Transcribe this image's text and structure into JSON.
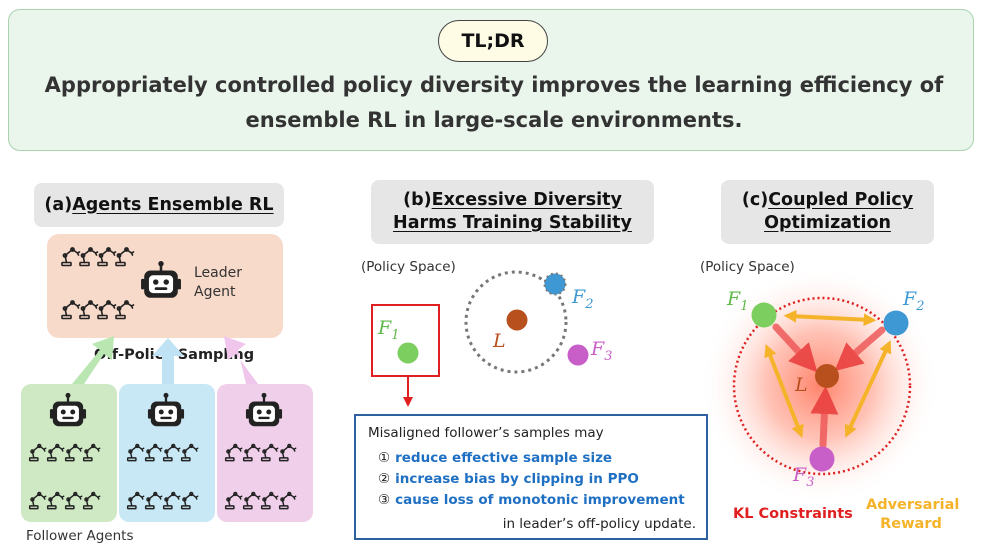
{
  "tldr": {
    "badge": "TL;DR",
    "line1": "Appropriately controlled policy diversity improves the learning efficiency of",
    "line2": "ensemble RL in large-scale environments."
  },
  "panel_a": {
    "prefix": "(a)",
    "title": "Agents Ensemble RL",
    "leader_label_1": "Leader",
    "leader_label_2": "Agent",
    "sampling_label": "Off-Policy Sampling",
    "followers_label": "Follower Agents"
  },
  "panel_b": {
    "prefix": "(b)",
    "title_1": "Excessive Diversity",
    "title_2": "Harms Training Stability",
    "space_label": "(Policy Space)",
    "issues_intro": "Misaligned follower’s samples may",
    "issues": [
      {
        "num": "①",
        "text": "reduce effective sample size"
      },
      {
        "num": "②",
        "text": "increase bias by clipping in PPO"
      },
      {
        "num": "③",
        "text": "cause loss of monotonic improvement"
      }
    ],
    "issues_outro": "in leader’s off-policy update."
  },
  "panel_c": {
    "prefix": "(c)",
    "title_1": "Coupled Policy",
    "title_2": "Optimization",
    "space_label": "(Policy Space)",
    "kl_label": "KL Constraints",
    "adv_label_1": "Adversarial",
    "adv_label_2": "Reward"
  },
  "nodes": {
    "leader": "L",
    "f1": "F",
    "f1_sub": "1",
    "f2": "F",
    "f2_sub": "2",
    "f3": "F",
    "f3_sub": "3"
  },
  "colors": {
    "f1": "#7ccf5e",
    "f2": "#3d98d3",
    "f3": "#c85fc8",
    "leader": "#b8501e",
    "kl": "#e02020",
    "adversarial": "#f5b32a",
    "issue_text": "#1f6fc2"
  },
  "icons": {
    "robot_head": "robot-head-icon",
    "robot_arm": "robot-arm-icon"
  }
}
